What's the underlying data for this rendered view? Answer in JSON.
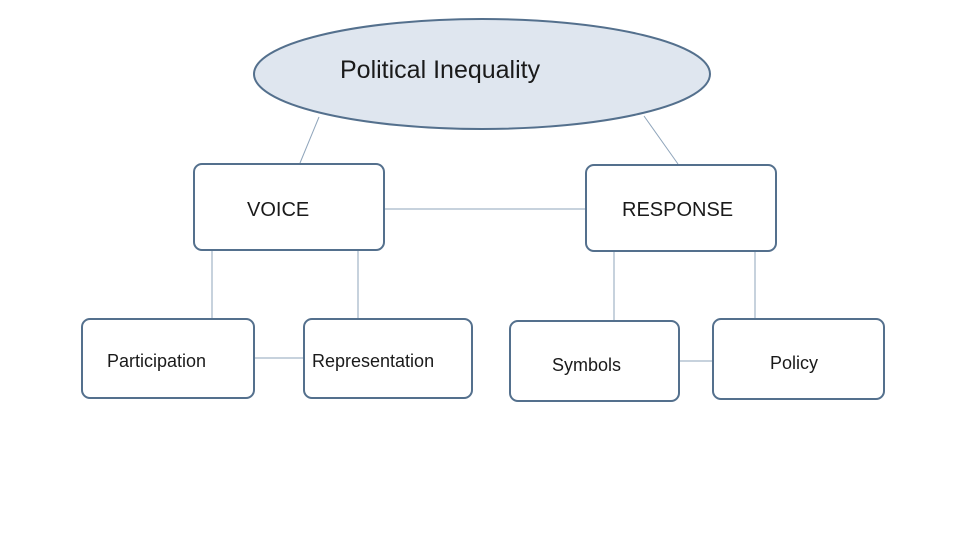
{
  "diagram": {
    "root": {
      "label": "Political Inequality"
    },
    "branches": [
      {
        "label": "VOICE",
        "children": [
          {
            "label": "Participation"
          },
          {
            "label": "Representation"
          }
        ]
      },
      {
        "label": "RESPONSE",
        "children": [
          {
            "label": "Symbols"
          },
          {
            "label": "Policy"
          }
        ]
      }
    ],
    "colors": {
      "outline": "#54708d",
      "ellipse_fill": "#dfe6ef",
      "connector": "#8fa5bb"
    }
  }
}
